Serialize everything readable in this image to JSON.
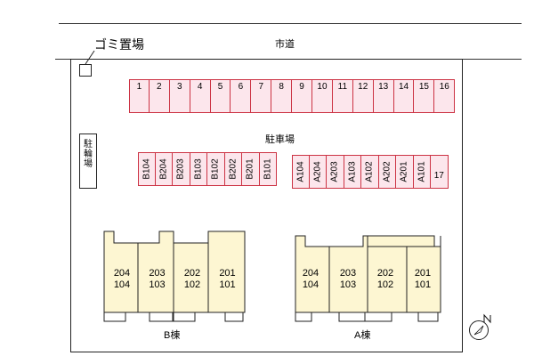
{
  "road_label": "市道",
  "trash_label": "ゴミ置場",
  "parking_label": "駐車場",
  "bicycle_label": "駐輪場",
  "parking_row_top": [
    "1",
    "2",
    "3",
    "4",
    "5",
    "6",
    "7",
    "8",
    "9",
    "10",
    "11",
    "12",
    "13",
    "14",
    "15",
    "16"
  ],
  "parking_row_b": [
    "B104",
    "B204",
    "B203",
    "B103",
    "B102",
    "B202",
    "B201",
    "B101"
  ],
  "parking_row_a": [
    "A104",
    "A204",
    "A203",
    "A103",
    "A102",
    "A202",
    "A201",
    "A101"
  ],
  "parking_a_extra": "17",
  "building_b": {
    "label": "B棟",
    "units": [
      {
        "upper": "204",
        "lower": "104"
      },
      {
        "upper": "203",
        "lower": "103"
      },
      {
        "upper": "202",
        "lower": "102"
      },
      {
        "upper": "201",
        "lower": "101"
      }
    ]
  },
  "building_a": {
    "label": "A棟",
    "units": [
      {
        "upper": "204",
        "lower": "104"
      },
      {
        "upper": "203",
        "lower": "103"
      },
      {
        "upper": "202",
        "lower": "102"
      },
      {
        "upper": "201",
        "lower": "101"
      }
    ]
  },
  "colors": {
    "parking_fill": "#fce6ec",
    "parking_stroke": "#cc3344",
    "building_fill": "#fdf6d2",
    "outline": "#222222"
  },
  "icons": [
    "compass-icon"
  ]
}
